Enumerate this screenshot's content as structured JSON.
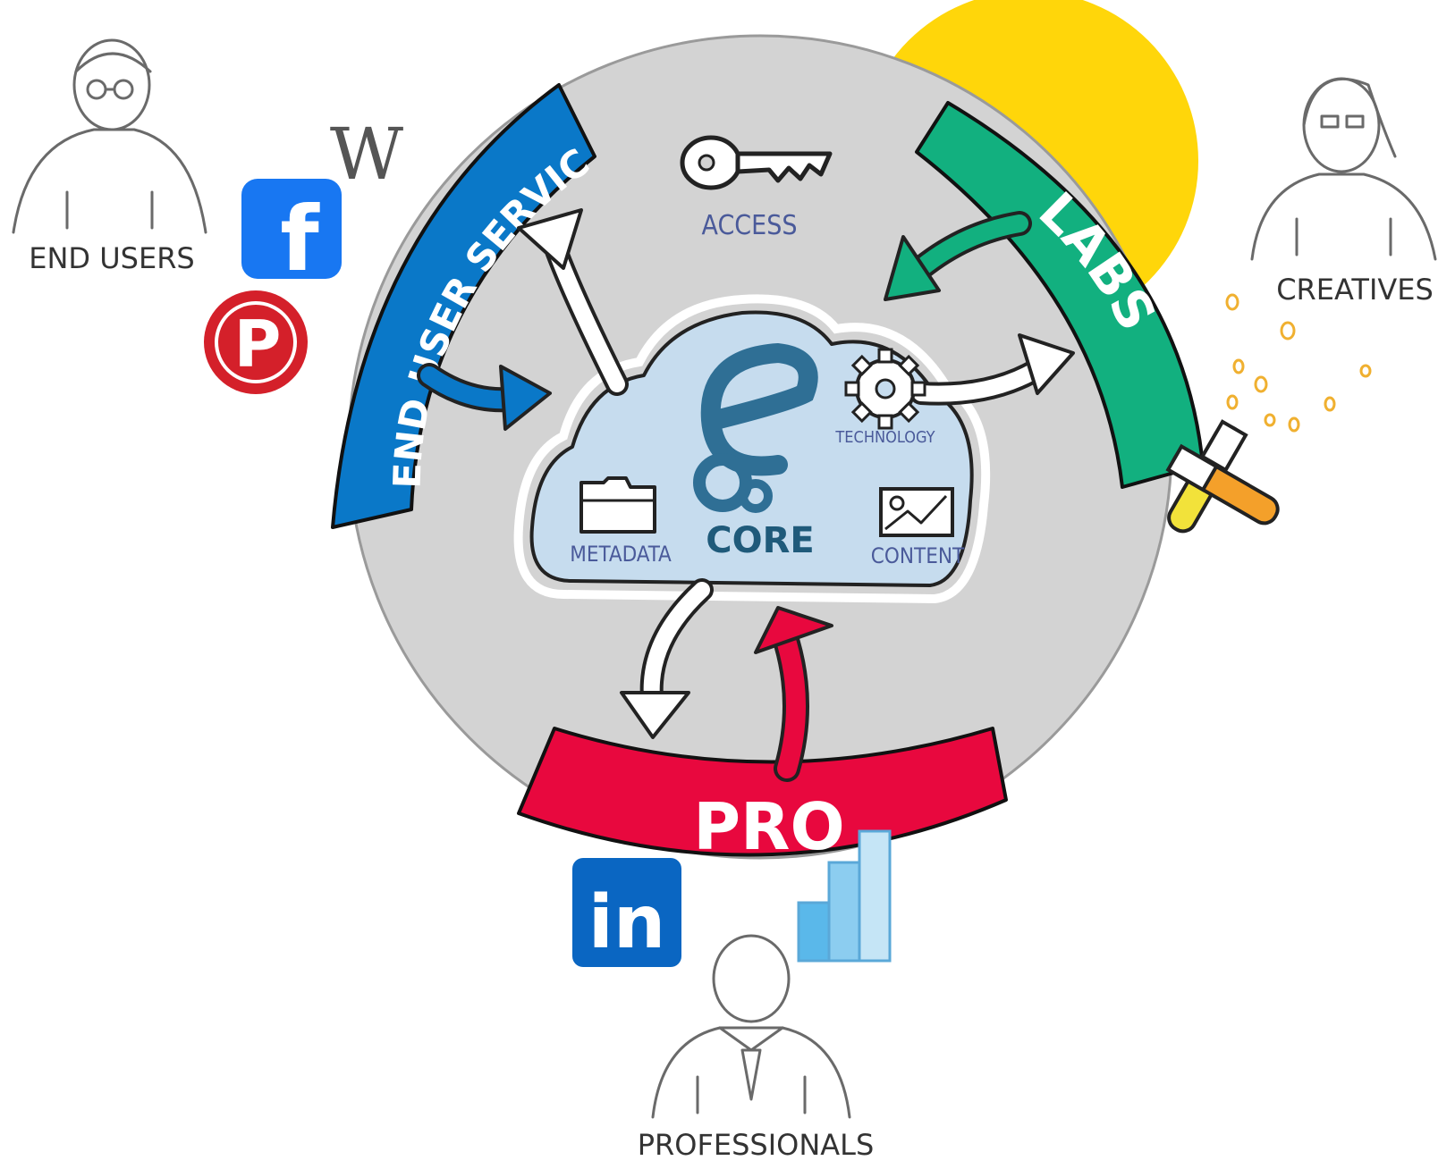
{
  "colors": {
    "circle": "#d3d3d3",
    "end_user_services": "#0a78c8",
    "labs": "#12b07f",
    "pro": "#e8083e",
    "sun": "#ffd60a",
    "cloud": "#c6dcee",
    "core_logo": "#2f6f95",
    "label_blue": "#4a5a9a"
  },
  "personas": {
    "end_users": "END USERS",
    "creatives": "CREATIVES",
    "professionals": "PROFESSIONALS"
  },
  "bands": {
    "end_user_services": "END USER SERVICES",
    "labs": "LABS",
    "pro": "PRO"
  },
  "center": {
    "access": "ACCESS",
    "technology": "TECHNOLOGY",
    "core": "CORE",
    "metadata": "METADATA",
    "content": "CONTENT"
  },
  "logos": {
    "wikipedia": "W",
    "facebook": "f",
    "pinterest": "P",
    "linkedin": "in"
  },
  "icons": [
    "key-icon",
    "gear-icon",
    "folder-icon",
    "image-icon",
    "core-logo-icon",
    "bar-chart-icon",
    "test-tubes-icon"
  ]
}
